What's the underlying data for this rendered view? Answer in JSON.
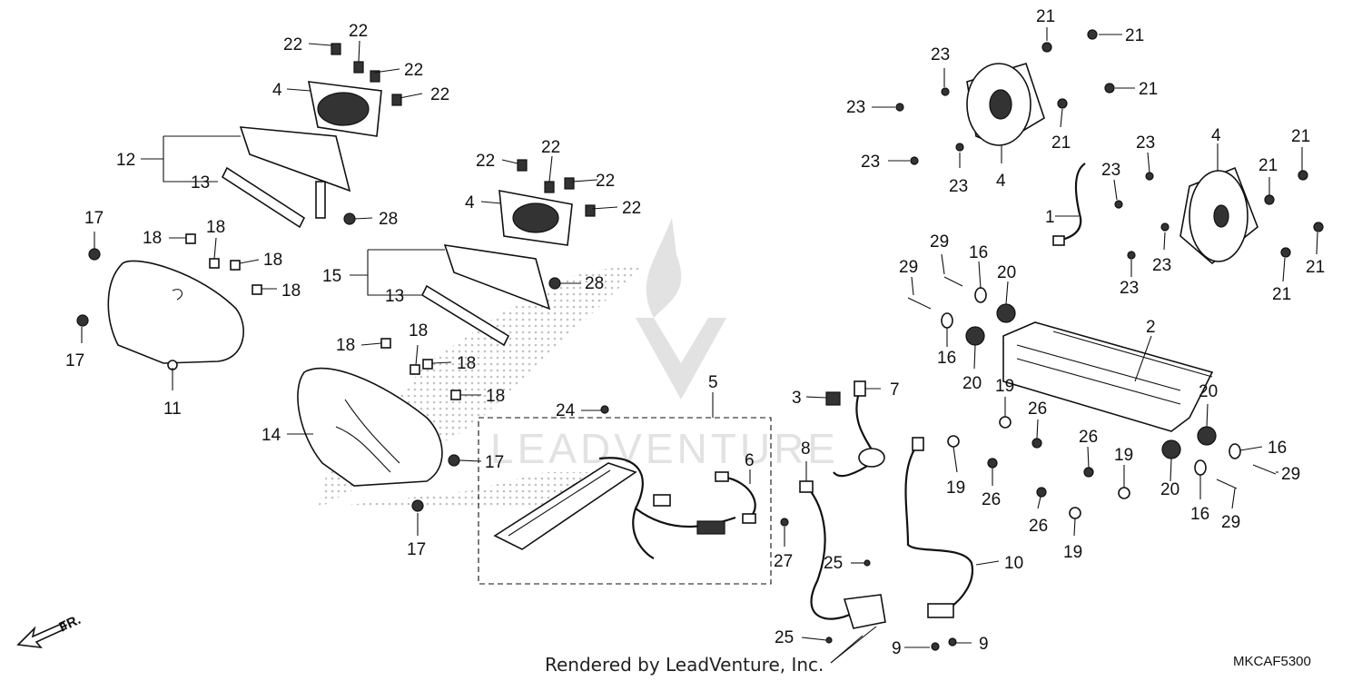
{
  "callouts": [
    {
      "id": "c22a",
      "text": "22"
    },
    {
      "id": "c22b",
      "text": "22"
    },
    {
      "id": "c22c",
      "text": "22"
    },
    {
      "id": "c22d",
      "text": "22"
    },
    {
      "id": "c4a",
      "text": "4"
    },
    {
      "id": "c12",
      "text": "12"
    },
    {
      "id": "c13a",
      "text": "13"
    },
    {
      "id": "c17a",
      "text": "17"
    },
    {
      "id": "c18a",
      "text": "18"
    },
    {
      "id": "c18b",
      "text": "18"
    },
    {
      "id": "c18c",
      "text": "18"
    },
    {
      "id": "c18d",
      "text": "18"
    },
    {
      "id": "c17b",
      "text": "17"
    },
    {
      "id": "c11",
      "text": "11"
    },
    {
      "id": "c28a",
      "text": "28"
    },
    {
      "id": "c22e",
      "text": "22"
    },
    {
      "id": "c22f",
      "text": "22"
    },
    {
      "id": "c22g",
      "text": "22"
    },
    {
      "id": "c22h",
      "text": "22"
    },
    {
      "id": "c4b",
      "text": "4"
    },
    {
      "id": "c15",
      "text": "15"
    },
    {
      "id": "c13b",
      "text": "13"
    },
    {
      "id": "c28b",
      "text": "28"
    },
    {
      "id": "c18e",
      "text": "18"
    },
    {
      "id": "c18f",
      "text": "18"
    },
    {
      "id": "c18g",
      "text": "18"
    },
    {
      "id": "c18h",
      "text": "18"
    },
    {
      "id": "c14",
      "text": "14"
    },
    {
      "id": "c17c",
      "text": "17"
    },
    {
      "id": "c17d",
      "text": "17"
    },
    {
      "id": "c5",
      "text": "5"
    },
    {
      "id": "c24",
      "text": "24"
    },
    {
      "id": "c6",
      "text": "6"
    },
    {
      "id": "c27",
      "text": "27"
    },
    {
      "id": "c3",
      "text": "3"
    },
    {
      "id": "c7",
      "text": "7"
    },
    {
      "id": "c8",
      "text": "8"
    },
    {
      "id": "c25a",
      "text": "25"
    },
    {
      "id": "c25b",
      "text": "25"
    },
    {
      "id": "c9a",
      "text": "9"
    },
    {
      "id": "c9b",
      "text": "9"
    },
    {
      "id": "c10",
      "text": "10"
    },
    {
      "id": "c21a",
      "text": "21"
    },
    {
      "id": "c21b",
      "text": "21"
    },
    {
      "id": "c21c",
      "text": "21"
    },
    {
      "id": "c21d",
      "text": "21"
    },
    {
      "id": "c23a",
      "text": "23"
    },
    {
      "id": "c23b",
      "text": "23"
    },
    {
      "id": "c23c",
      "text": "23"
    },
    {
      "id": "c23d",
      "text": "23"
    },
    {
      "id": "c4c",
      "text": "4"
    },
    {
      "id": "c1",
      "text": "1"
    },
    {
      "id": "c23e",
      "text": "23"
    },
    {
      "id": "c23f",
      "text": "23"
    },
    {
      "id": "c23g",
      "text": "23"
    },
    {
      "id": "c23h",
      "text": "23"
    },
    {
      "id": "c4d",
      "text": "4"
    },
    {
      "id": "c21e",
      "text": "21"
    },
    {
      "id": "c21f",
      "text": "21"
    },
    {
      "id": "c21g",
      "text": "21"
    },
    {
      "id": "c21h",
      "text": "21"
    },
    {
      "id": "c29a",
      "text": "29"
    },
    {
      "id": "c29b",
      "text": "29"
    },
    {
      "id": "c16a",
      "text": "16"
    },
    {
      "id": "c20a",
      "text": "20"
    },
    {
      "id": "c16b",
      "text": "16"
    },
    {
      "id": "c20b",
      "text": "20"
    },
    {
      "id": "c2",
      "text": "2"
    },
    {
      "id": "c19a",
      "text": "19"
    },
    {
      "id": "c26a",
      "text": "26"
    },
    {
      "id": "c26b",
      "text": "26"
    },
    {
      "id": "c19b",
      "text": "19"
    },
    {
      "id": "c26c",
      "text": "26"
    },
    {
      "id": "c26d",
      "text": "26"
    },
    {
      "id": "c19c",
      "text": "19"
    },
    {
      "id": "c19d",
      "text": "19"
    },
    {
      "id": "c20c",
      "text": "20"
    },
    {
      "id": "c20d",
      "text": "20"
    },
    {
      "id": "c16c",
      "text": "16"
    },
    {
      "id": "c29c",
      "text": "29"
    },
    {
      "id": "c16d",
      "text": "16"
    },
    {
      "id": "c29d",
      "text": "29"
    }
  ],
  "front_marker": "FR.",
  "credit": "Rendered by LeadVenture, Inc.",
  "diagram_code": "MKCAF5300",
  "watermark": "LEADVENTURE",
  "colors": {
    "ink": "#111111",
    "watermark": "#d8d8d8",
    "dots": "#bbbbbb"
  }
}
